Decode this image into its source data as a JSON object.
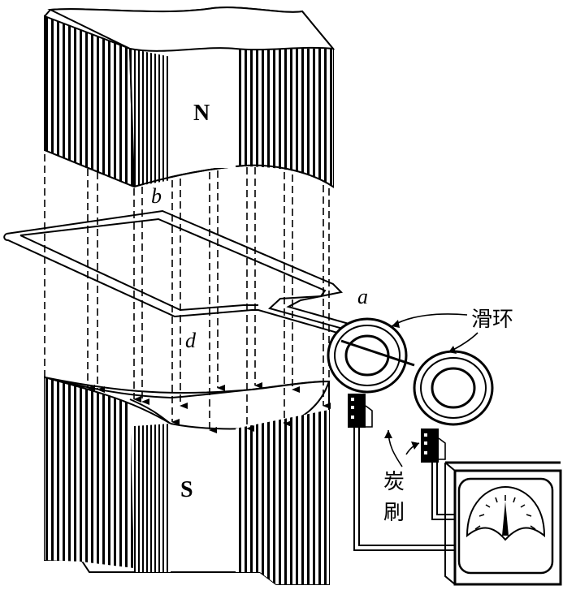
{
  "poles": {
    "north": "N",
    "south": "S"
  },
  "coil_labels": {
    "b": "b",
    "a": "a",
    "d": "d"
  },
  "slip_ring_label": "滑环",
  "brush_label": {
    "char1": "炭",
    "char2": "刷"
  }
}
